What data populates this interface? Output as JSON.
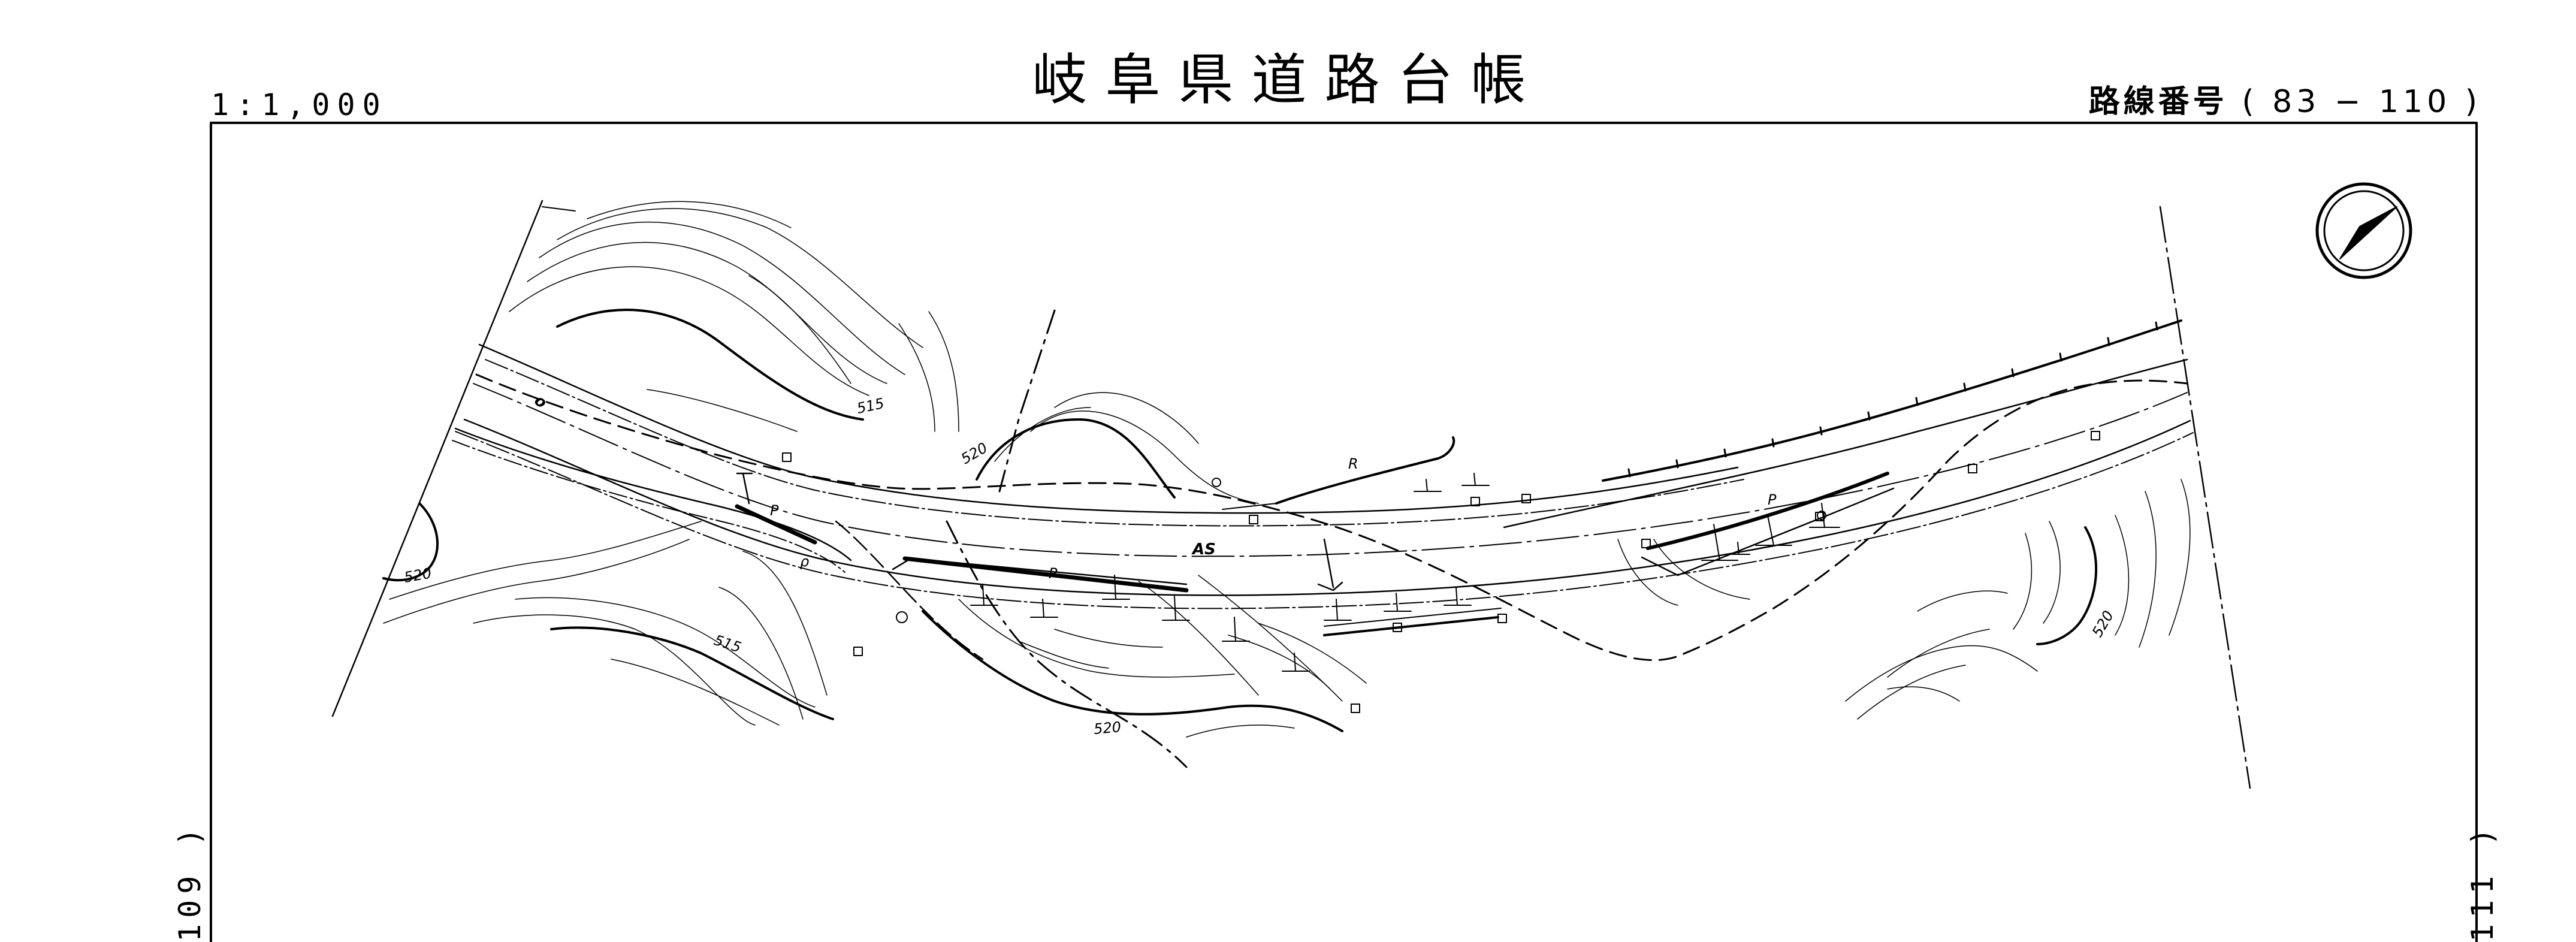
{
  "header": {
    "title": "岐阜県道路台帳",
    "scale": "1:1,000",
    "route_label": "路線番号",
    "route_value": "( 83 − 110 )"
  },
  "adjacent_sheets": {
    "left": "109 )",
    "right": "111 )"
  },
  "north_arrow": {
    "icon": "north-arrow-icon"
  },
  "contour_labels": {
    "c515_upper": "515",
    "c520_upper": "520",
    "c520_left": "520",
    "c515_lower": "515",
    "c520_lower": "520",
    "c520_right": "520"
  },
  "map_labels": {
    "surface": "AS",
    "road_mark_r": "R",
    "road_mark_p1": "P",
    "road_mark_p2": "P",
    "road_mark_p3": "P",
    "route_mark": "o",
    "route_mark_2": "ρ"
  },
  "colors": {
    "ink": "#000000",
    "paper": "#ffffff"
  }
}
